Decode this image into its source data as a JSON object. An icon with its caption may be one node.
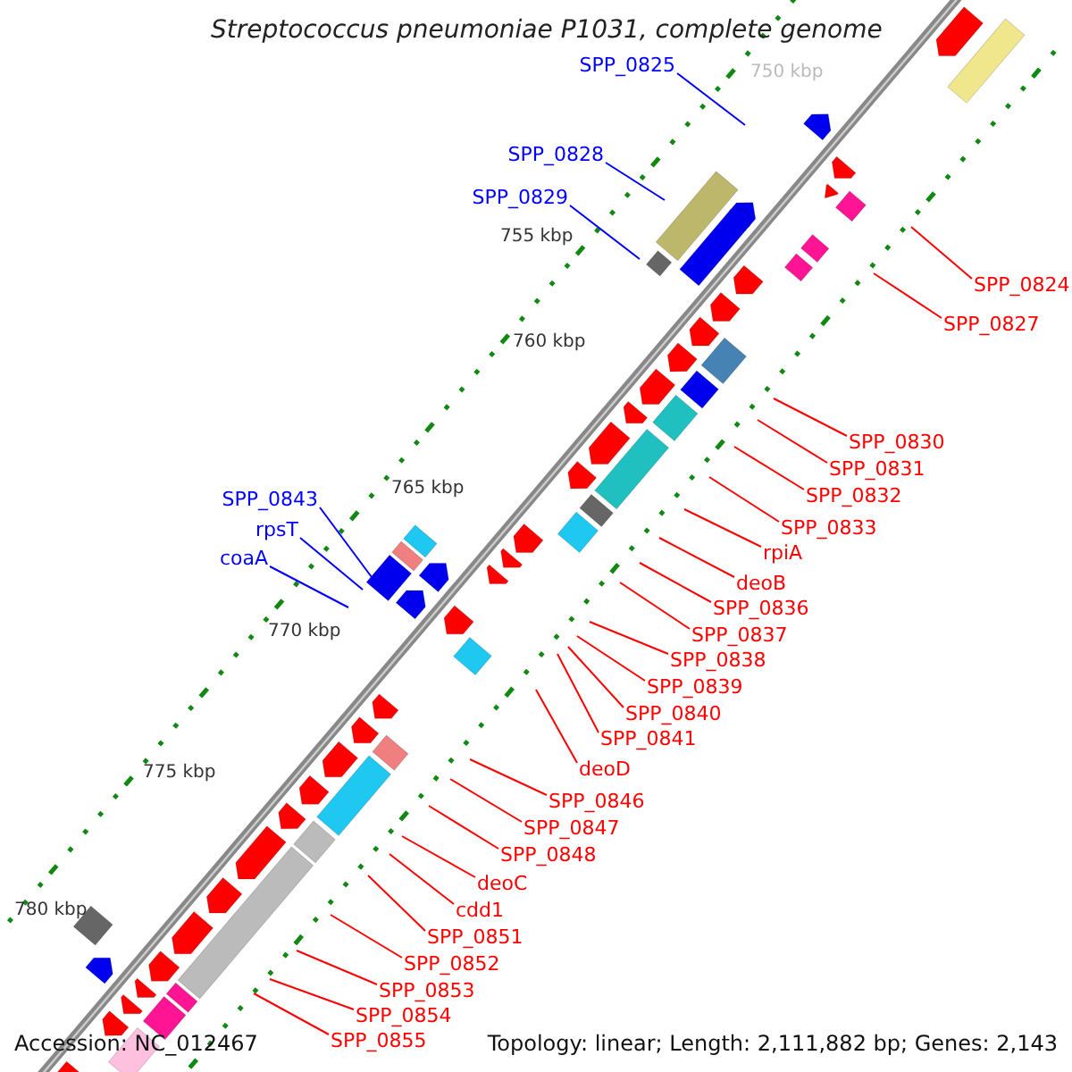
{
  "diagram": {
    "title": "Streptococcus pneumoniae P1031, complete genome",
    "nodes": [
      {
        "text": [
          "SPP_0825"
        ]
      },
      {
        "text": [
          "SPP_0828"
        ]
      },
      {
        "text": [
          "SPP_0829"
        ]
      },
      {
        "text": [
          "SPP_0843"
        ]
      },
      {
        "text": [
          "rpsT"
        ]
      },
      {
        "text": [
          "coaA"
        ]
      },
      {
        "text": [
          "SPP_0824"
        ]
      },
      {
        "text": [
          "SPP_0827"
        ]
      },
      {
        "text": [
          "SPP_0830"
        ]
      },
      {
        "text": [
          "SPP_0831"
        ]
      },
      {
        "text": [
          "SPP_0832"
        ]
      },
      {
        "text": [
          "SPP_0833"
        ]
      },
      {
        "text": [
          "rpiA"
        ]
      },
      {
        "text": [
          "deoB"
        ]
      },
      {
        "text": [
          "SPP_0836"
        ]
      },
      {
        "text": [
          "SPP_0837"
        ]
      },
      {
        "text": [
          "SPP_0838"
        ]
      },
      {
        "text": [
          "SPP_0839"
        ]
      },
      {
        "text": [
          "SPP_0840"
        ]
      },
      {
        "text": [
          "SPP_0841"
        ]
      },
      {
        "text": [
          "deoD"
        ]
      },
      {
        "text": [
          "SPP_0846"
        ]
      },
      {
        "text": [
          "SPP_0847"
        ]
      },
      {
        "text": [
          "SPP_0848"
        ]
      },
      {
        "text": [
          "deoC"
        ]
      },
      {
        "text": [
          "cdd1"
        ]
      },
      {
        "text": [
          "SPP_0851"
        ]
      },
      {
        "text": [
          "SPP_0852"
        ]
      },
      {
        "text": [
          "SPP_0853"
        ]
      },
      {
        "text": [
          "SPP_0854"
        ]
      },
      {
        "text": [
          "SPP_0855"
        ]
      }
    ],
    "edges": [
      {
        "from": 0,
        "to": null,
        "arrow": "none",
        "color": "#0000ff"
      },
      {
        "from": 1,
        "to": null,
        "arrow": "none",
        "color": "#0000ff"
      },
      {
        "from": 2,
        "to": null,
        "arrow": "none",
        "color": "#0000ff"
      },
      {
        "from": 3,
        "to": null,
        "arrow": "none",
        "color": "#0000ff"
      },
      {
        "from": 4,
        "to": null,
        "arrow": "none",
        "color": "#0000ff"
      },
      {
        "from": 5,
        "to": null,
        "arrow": "none",
        "color": "#0000ff"
      },
      {
        "from": 6,
        "to": null,
        "arrow": "none"
      },
      {
        "from": 7,
        "to": null,
        "arrow": "none"
      },
      {
        "from": 8,
        "to": null,
        "arrow": "none"
      },
      {
        "from": 9,
        "to": null,
        "arrow": "none"
      },
      {
        "from": 10,
        "to": null,
        "arrow": "none"
      },
      {
        "from": 11,
        "to": null,
        "arrow": "none"
      },
      {
        "from": 12,
        "to": null,
        "arrow": "none"
      },
      {
        "from": 13,
        "to": null,
        "arrow": "none"
      },
      {
        "from": 14,
        "to": null,
        "arrow": "none"
      },
      {
        "from": 15,
        "to": null,
        "arrow": "none"
      },
      {
        "from": 16,
        "to": null,
        "arrow": "none"
      },
      {
        "from": 17,
        "to": null,
        "arrow": "none"
      },
      {
        "from": 18,
        "to": null,
        "arrow": "none"
      },
      {
        "from": 19,
        "to": null,
        "arrow": "none"
      },
      {
        "from": 20,
        "to": null,
        "arrow": "none"
      },
      {
        "from": 21,
        "to": null,
        "arrow": "none"
      },
      {
        "from": 22,
        "to": null,
        "arrow": "none"
      },
      {
        "from": 23,
        "to": null,
        "arrow": "none"
      },
      {
        "from": 24,
        "to": null,
        "arrow": "none"
      },
      {
        "from": 25,
        "to": null,
        "arrow": "none"
      },
      {
        "from": 26,
        "to": null,
        "arrow": "none"
      },
      {
        "from": 27,
        "to": null,
        "arrow": "none"
      },
      {
        "from": 28,
        "to": null,
        "arrow": "none"
      },
      {
        "from": 29,
        "to": null,
        "arrow": "none"
      },
      {
        "from": 30,
        "to": null,
        "arrow": "none"
      }
    ],
    "labels": [
      "750 kbp",
      "755 kbp",
      "760 kbp",
      "765 kbp",
      "770 kbp",
      "775 kbp",
      "780 kbp",
      "Accession: NC_012467",
      "Topology: linear; Length: 2,111,882 bp; Genes: 2,143"
    ]
  }
}
